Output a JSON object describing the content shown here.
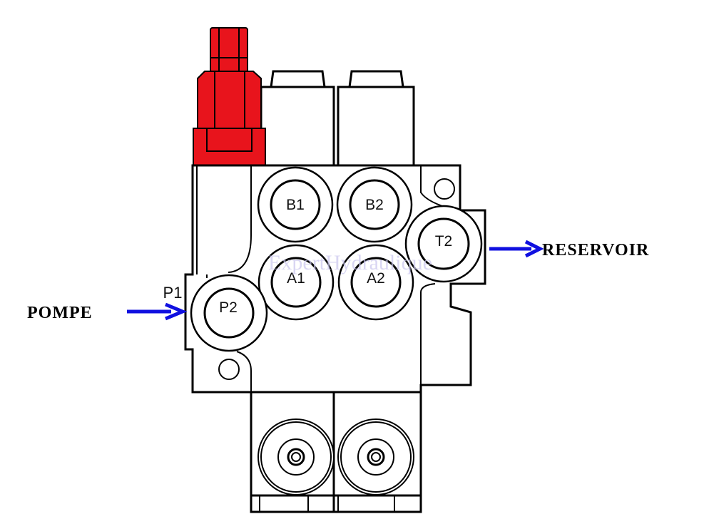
{
  "labels": {
    "pump": "POMPE",
    "reservoir": "RESERVOIR",
    "p1": "P1"
  },
  "ports": {
    "b1": "B1",
    "b2": "B2",
    "t2": "T2",
    "a1": "A1",
    "a2": "A2",
    "p2": "P2"
  },
  "watermark": "ExpertHydraulique",
  "colors": {
    "relief_valve": "#e8141c",
    "flow_arrow": "#1010e0"
  }
}
